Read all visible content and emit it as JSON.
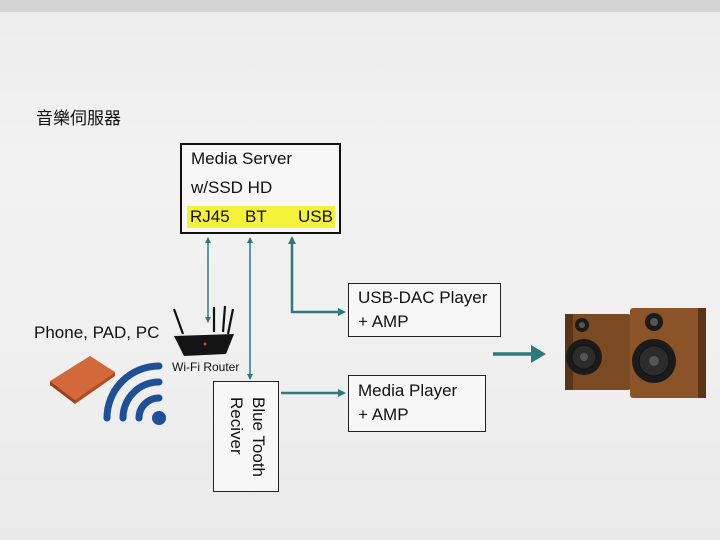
{
  "heading": "音樂伺服器",
  "server": {
    "line1": "Media Server",
    "line2": "w/SSD HD",
    "port_rj45": "RJ45",
    "port_bt": "BT",
    "port_usb": "USB"
  },
  "usb_dac": {
    "line1": "USB-DAC Player",
    "line2": "+ AMP"
  },
  "media_player": {
    "line1": "Media Player",
    "line2": "+ AMP"
  },
  "bluetooth": {
    "line1": "Blue Tooth",
    "line2": "Reciver"
  },
  "devices_label": "Phone, PAD, PC",
  "router_label": "Wi-Fi Router",
  "colors": {
    "connector": "#2e7a7a",
    "highlight": "#f4f23a",
    "wood": "#7a4a22",
    "wifi": "#1f4f97",
    "device": "#c2572a"
  },
  "icons": [
    "wifi-router-icon",
    "tablet-icon",
    "wifi-signal-icon",
    "speakers-icon"
  ]
}
